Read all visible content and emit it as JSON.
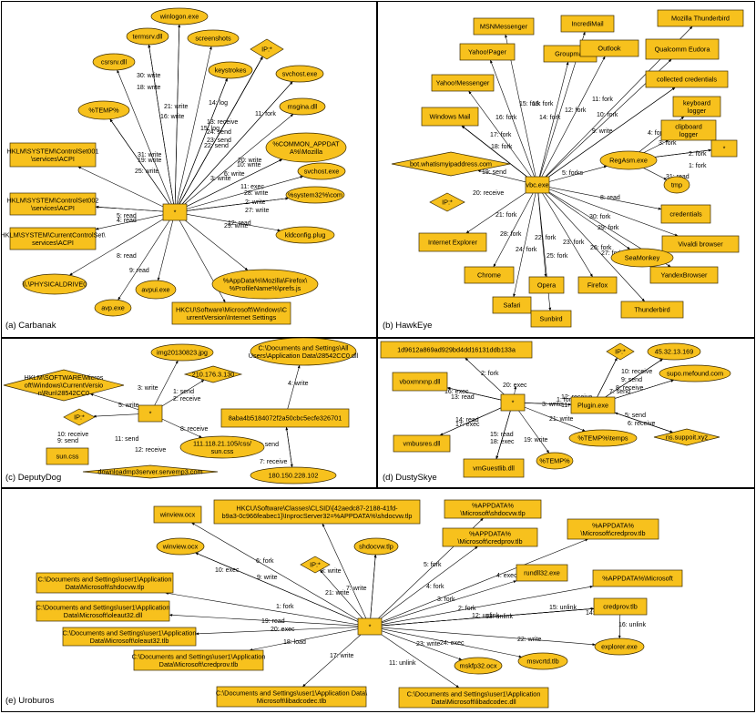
{
  "panels": [
    {
      "caption": "(a) Carbanak",
      "center": "*",
      "nodes": [
        "winlogon.exe",
        "termsrv.dll",
        "screenshots",
        "csrsrv.dll",
        "keystrokes",
        "IP:*",
        "svchost.exe",
        "%TEMP%",
        "msgina.dll",
        "HKLM\\SYSTEM\\ControlSet001\\services\\ACPI",
        "%COMMON_APPDATA%\\Mozilla",
        "svchost.exe",
        "%system32%\\com",
        "HKLM\\SYSTEM\\ControlSet002\\services\\ACPI",
        "HKLM\\SYSTEM\\CurrentControlSet\\services\\ACPI",
        "kldconfig.plug",
        "\\\\.\\PHYSICALDRIVE0",
        "avpui.exe",
        "%AppData%\\Mozilla\\Firefox\\%ProfileName%\\prefs.js",
        "avp.exe",
        "HKCU\\Software\\Microsoft\\Windows\\CurrentVersion\\Internet Settings"
      ],
      "edges": [
        "30: write",
        "18: write",
        "21: write",
        "16: write",
        "14: log",
        "15: log",
        "13: receive",
        "24: send",
        "23: send",
        "22: send",
        "11: fork",
        "31: write",
        "19: write",
        "25: write",
        "20: write",
        "10: write",
        "6: write",
        "3: write",
        "11: exec",
        "2: write",
        "27: write",
        "28: write",
        "12: read",
        "29: write",
        "5: read",
        "4: read",
        "8: read",
        "9: read"
      ]
    },
    {
      "caption": "(b) HawkEye",
      "center": "vbc.exe",
      "nodes": [
        "MSNMessenger",
        "IncrediMail",
        "Mozilla Thunderbird",
        "Yahoo!Pager",
        "Groupmail",
        "Outlook",
        "Qualcomm Eudora",
        "Yahoo!Messenger",
        "collected credentials",
        "Windows Mail",
        "keyboard logger",
        "clipboard logger",
        "RegAsm.exe",
        "*",
        "bot.whatismyipaddress.com",
        "tmp",
        "IP:*",
        "credentials",
        "Internet Explorer",
        "Vivaldi browser",
        "SeaMonkey",
        "YandexBrowser",
        "Chrome",
        "Opera",
        "Firefox",
        "Safari",
        "Sunbird",
        "Thunderbird"
      ],
      "edges": [
        "15: fork",
        "13: fork",
        "16: fork",
        "14: fork",
        "12: fork",
        "17: fork",
        "11: fork",
        "10: fork",
        "18: fork",
        "9: write",
        "4: fork",
        "3: fork",
        "2: fork",
        "1: fork",
        "31: read",
        "19: send",
        "5: forks",
        "20: receive",
        "8: read",
        "30: fork",
        "21: fork",
        "29: fork",
        "28: fork",
        "22: fork",
        "24: fork",
        "25: fork",
        "23: fork",
        "26: fork",
        "27: fork"
      ]
    },
    {
      "caption": "(c) DeputyDog",
      "center": "*",
      "nodes": [
        "img20130823.jpg",
        "C:\\Documents and Settings\\All Users\\Application Data\\28542CC0.dll",
        "210.176.3.130",
        "HKLM\\SOFTWARE\\Microsoft\\Windows\\CurrentVersion\\Run\\28542CC0",
        "IP:*",
        "8aba4b5184072f2a50cbc5ecfe326701",
        "sun.css",
        "111.118.21.105/css/sun.css",
        "downloadmp3server.servemp3.com",
        "180.150.228.102"
      ],
      "edges": [
        "3: write",
        "1: send",
        "2: receive",
        "4: write",
        "5: write",
        "10: receive",
        "9: send",
        "8: receive",
        "11: send",
        "12: receive",
        "6: send",
        "7: receive"
      ]
    },
    {
      "caption": "(d) DustySkye",
      "center": "*",
      "nodes": [
        "1d9612a869ad929bd4dd16131ddb133a",
        "IP:*",
        "45.32.13.169",
        "vboxmrxnp.dll",
        "supo.mefound.com",
        "Plugin.exe",
        "vmbusres.dll",
        "ns.suppoit.xyz",
        "%TEMP%\\temps",
        "vmGuestlib.dll",
        "%TEMP%"
      ],
      "edges": [
        "2: fork",
        "20: exec",
        "16: exec",
        "13: read",
        "12: receive",
        "11: send",
        "10: receive",
        "9: send",
        "7: send",
        "8: receive",
        "1: fork",
        "3: write",
        "14: read",
        "17: exec",
        "15: read",
        "18: exec",
        "19: write",
        "21: write",
        "5: send",
        "6: receive"
      ]
    },
    {
      "caption": "(e) Uroburos",
      "center": "*",
      "nodes": [
        "winview.ocx",
        "HKCU\\Software\\Classes\\CLSID\\{42aedc87-2188-41fd-b9a3-0c966feabec1}\\InprocServer32=%APPDATA%\\shdocvw.tlp",
        "%APPDATA%\\Microsoft\\shdocvw.tlp",
        "%APPDATA%\\Microsoft\\credprov.tlb",
        "winview.ocx",
        "shdocvw.tlp",
        "%APPDATA%\\Microsoft\\credprov.tlb",
        "IP:*",
        "rundll32.exe",
        "%APPDATA%\\Microsoft",
        "C:\\Documents and Settings\\user1\\Application Data\\Microsoft\\shdocvw.tlp",
        "credprov.tlb",
        "C:\\Documents and Settings\\user1\\Application Data\\Microsoft\\oleaut32.dll",
        "C:\\Documents and Settings\\user1\\Application Data\\Microsoft\\oleaut32.tlb",
        "explorer.exe",
        "C:\\Documents and Settings\\user1\\Application Data\\Microsoft\\credprov.tlb",
        "msvcrtd.tlb",
        "mskfp32.ocx",
        "C:\\Documents and Settings\\user1\\Application Data\\Microsoft\\libadcodec.tlb",
        "C:\\Documents and Settings\\user1\\Application Data\\Microsoft\\libadcodec.dll"
      ],
      "edges": [
        "6: fork",
        "10: exec",
        "9: write",
        "8: write",
        "21: write",
        "7: write",
        "5: fork",
        "4: fork",
        "4: exec",
        "3: fork",
        "2: fork",
        "1: fork",
        "19: read",
        "20: exec",
        "18: load",
        "17: write",
        "11: unlink",
        "12: unlink",
        "13: unlink",
        "14: unlink",
        "15: unlink",
        "16: unlink",
        "22: write",
        "23: write",
        "24: exec"
      ]
    }
  ]
}
